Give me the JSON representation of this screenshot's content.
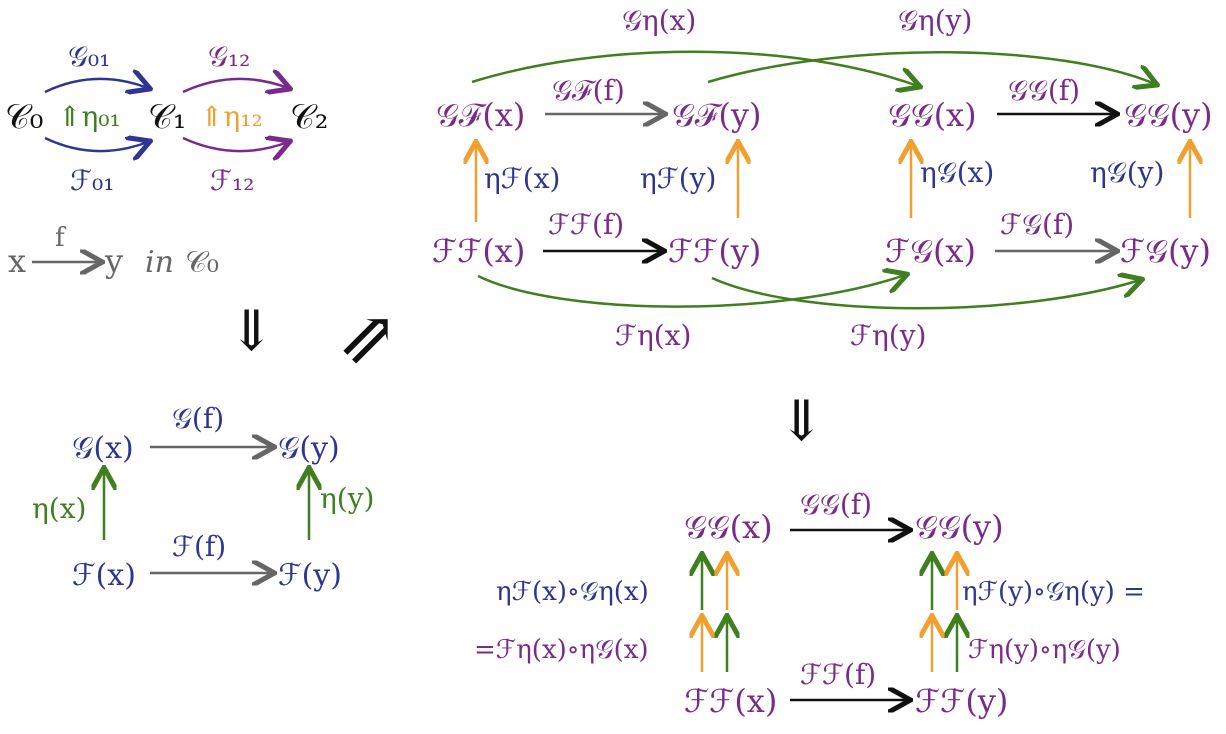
{
  "colors": {
    "blue": "#2f3590",
    "purple": "#7a2a8a",
    "green": "#3f7f1f",
    "orange": "#f0a030",
    "gray": "#666666",
    "black": "#111111"
  },
  "top_left": {
    "C0": "𝒞₀",
    "C1": "𝒞₁",
    "C2": "𝒞₂",
    "G01": "𝒢₀₁",
    "F01": "ℱ₀₁",
    "eta01": "⇑η₀₁",
    "G12": "𝒢₁₂",
    "F12": "ℱ₁₂",
    "eta12": "⇑η₁₂"
  },
  "morphism": {
    "x": "x",
    "f": "f",
    "y": "y",
    "in": "in",
    "C0": "𝒞₀"
  },
  "arrows": {
    "down": "⇓",
    "diag": "⇗"
  },
  "square1": {
    "Gx": "𝒢(x)",
    "Gy": "𝒢(y)",
    "Fx": "ℱ(x)",
    "Fy": "ℱ(y)",
    "Gf": "𝒢(f)",
    "Ff": "ℱ(f)",
    "eta_x": "η(x)",
    "eta_y": "η(y)"
  },
  "big": {
    "GFx": "𝒢ℱ(x)",
    "GFy": "𝒢ℱ(y)",
    "GFf": "𝒢ℱ(f)",
    "GGx": "𝒢𝒢(x)",
    "GGy": "𝒢𝒢(y)",
    "GGf": "𝒢𝒢(f)",
    "FFx": "ℱℱ(x)",
    "FFy": "ℱℱ(y)",
    "FFf": "ℱℱ(f)",
    "FGx": "ℱ𝒢(x)",
    "FGy": "ℱ𝒢(y)",
    "FGf": "ℱ𝒢(f)",
    "etaFx": "ηℱ(x)",
    "etaFy": "ηℱ(y)",
    "etaGx": "η𝒢(x)",
    "etaGy": "η𝒢(y)",
    "Getax": "𝒢η(x)",
    "Getay": "𝒢η(y)",
    "Fetax": "ℱη(x)",
    "Fetay": "ℱη(y)"
  },
  "final": {
    "GGx": "𝒢𝒢(x)",
    "GGy": "𝒢𝒢(y)",
    "GGf": "𝒢𝒢(f)",
    "FFx": "ℱℱ(x)",
    "FFy": "ℱℱ(y)",
    "FFf": "ℱℱ(f)",
    "left_eq1": "ηℱ(x)∘𝒢η(x)",
    "left_eq2": "=ℱη(x)∘η𝒢(x)",
    "right_eq1": "ηℱ(y)∘𝒢η(y) =",
    "right_eq2": "ℱη(y)∘η𝒢(y)"
  }
}
